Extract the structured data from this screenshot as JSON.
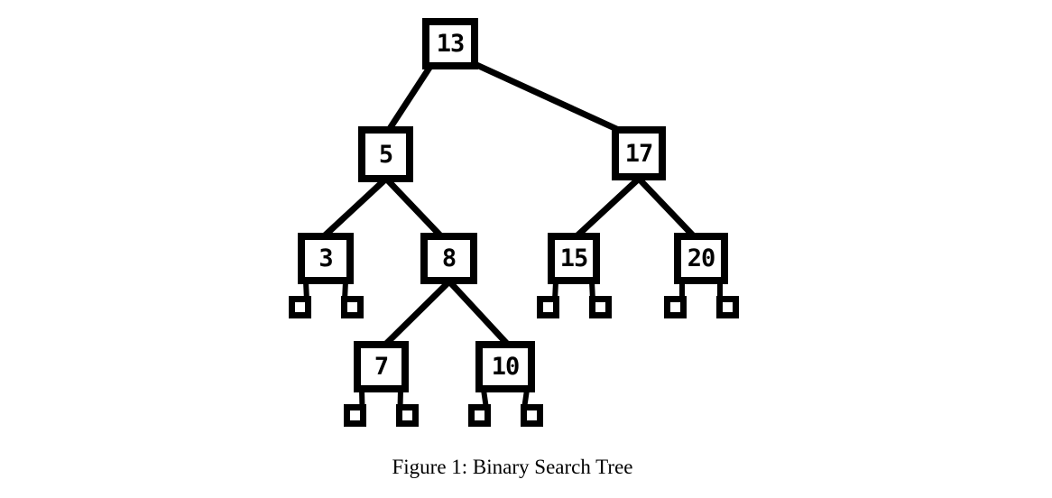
{
  "figure": {
    "caption": "Figure 1: Binary Search Tree",
    "figure_number": "Figure 1",
    "title": "Binary Search Tree"
  },
  "tree": {
    "type": "binary-search-tree",
    "root": "13",
    "nodes": [
      {
        "label": "13",
        "parent": null,
        "side": "root"
      },
      {
        "label": "5",
        "parent": "13",
        "side": "left"
      },
      {
        "label": "17",
        "parent": "13",
        "side": "right"
      },
      {
        "label": "3",
        "parent": "5",
        "side": "left"
      },
      {
        "label": "8",
        "parent": "5",
        "side": "right"
      },
      {
        "label": "15",
        "parent": "17",
        "side": "left"
      },
      {
        "label": "20",
        "parent": "17",
        "side": "right"
      },
      {
        "label": "7",
        "parent": "8",
        "side": "left"
      },
      {
        "label": "10",
        "parent": "8",
        "side": "right"
      }
    ],
    "edges": [
      [
        "13",
        "5"
      ],
      [
        "13",
        "17"
      ],
      [
        "5",
        "3"
      ],
      [
        "5",
        "8"
      ],
      [
        "17",
        "15"
      ],
      [
        "17",
        "20"
      ],
      [
        "8",
        "7"
      ],
      [
        "8",
        "10"
      ]
    ],
    "null_leaf_parents": [
      "3",
      "15",
      "20",
      "7",
      "10"
    ],
    "null_leaves_per_parent": 2
  },
  "colors": {
    "ink": "#000000",
    "background": "#ffffff",
    "node_fill": "#ffffff"
  }
}
